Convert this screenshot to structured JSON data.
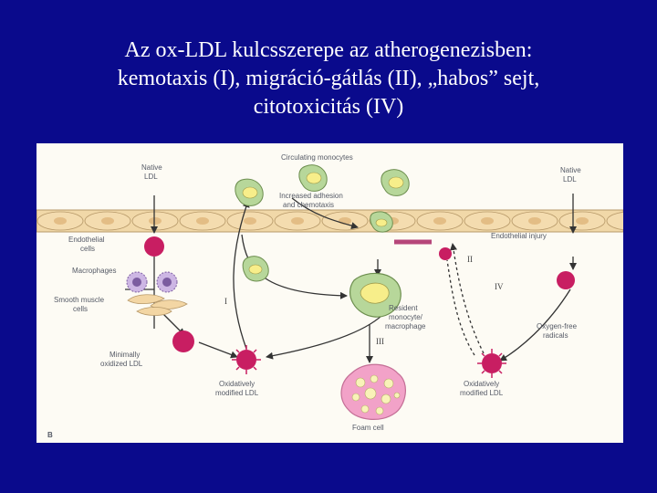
{
  "slide": {
    "title_lines": [
      "Az ox-LDL kulcsszerepe az atherogenezisben:",
      "kemotaxis (I), migráció-gátlás (II), „habos” sejt,",
      "citotoxicitás (IV)"
    ],
    "background_color": "#0a0a8c"
  },
  "diagram": {
    "labels": {
      "native_ldl_left": [
        "Native",
        "LDL"
      ],
      "native_ldl_right": [
        "Native",
        "LDL"
      ],
      "circulating_monocytes": "Circulating monocytes",
      "increased_adhesion": [
        "Increased adhesion",
        "and chemotaxis"
      ],
      "endothelial_cells": [
        "Endothelial",
        "cells"
      ],
      "endothelial_injury": "Endothelial injury",
      "macrophages": "Macrophages",
      "smooth_muscle": [
        "Smooth muscle",
        "cells"
      ],
      "minimally_oxidized": [
        "Minimally",
        "oxidized LDL"
      ],
      "resident_monocyte": [
        "Resident",
        "monocyte/",
        "macrophage"
      ],
      "oxygen_free_radicals": [
        "Oxygen-free",
        "radicals"
      ],
      "ox_mod_ldl_left": [
        "Oxidatively",
        "modified LDL"
      ],
      "ox_mod_ldl_right": [
        "Oxidatively",
        "modified LDL"
      ],
      "foam_cell": "Foam cell",
      "panel_letter": "B"
    },
    "roman": {
      "i": "I",
      "ii": "II",
      "iii": "III",
      "iv": "IV"
    },
    "colors": {
      "ldl": "#c81e62",
      "endothelium": "#f3d6a4",
      "monocyte": "#b7d79a",
      "nucleus": "#f7ee8a",
      "foam": "#f2a2c8"
    }
  }
}
